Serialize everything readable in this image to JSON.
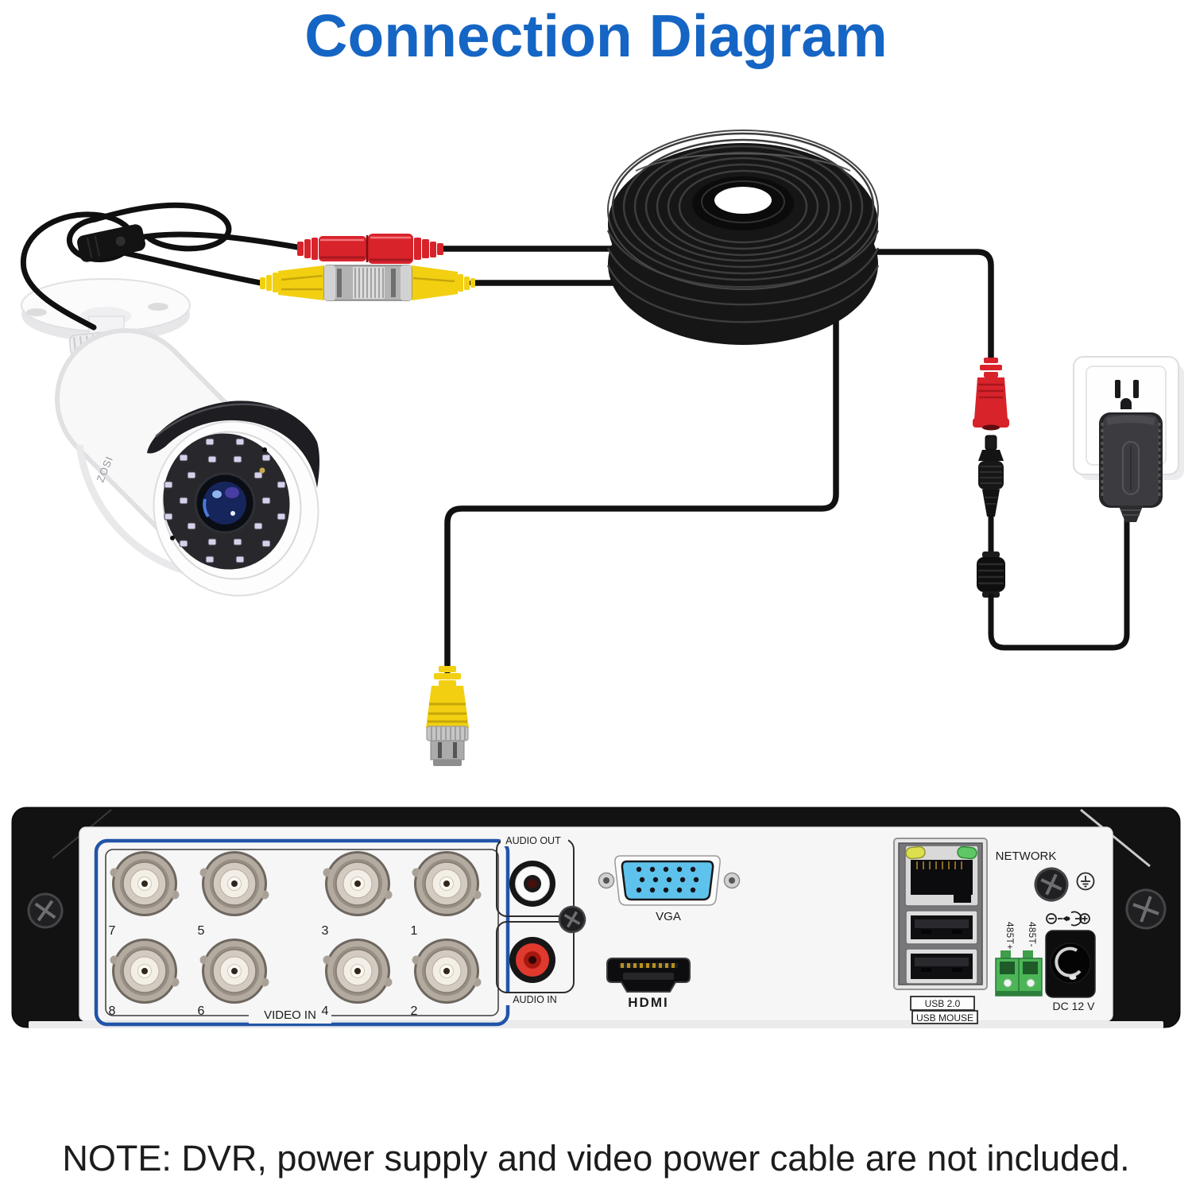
{
  "title": "Connection Diagram",
  "note": "NOTE: DVR, power supply and video power cable are not included.",
  "camera": {
    "brand": "ZOSI"
  },
  "dvr": {
    "video_in_label": "VIDEO IN",
    "port_numbers_row1": [
      "7",
      "5",
      "3",
      "1"
    ],
    "port_numbers_row2": [
      "8",
      "6",
      "4",
      "2"
    ],
    "audio_out_label": "AUDIO OUT",
    "audio_in_label": "AUDIO IN",
    "vga_label": "VGA",
    "hdmi_label": "HDMI",
    "network_label": "NETWORK",
    "rs485_left_label": "485T+",
    "rs485_right_label": "485T-",
    "dc_label": "DC 12 V",
    "usb_labels": [
      "USB 2.0",
      "USB MOUSE"
    ]
  },
  "colors": {
    "title_blue": "#1565c4",
    "video_in_box_blue": "#2254a7",
    "vga_blue": "#5ec3ec",
    "connector_red": "#d8232b",
    "connector_yellow": "#f2d011",
    "terminal_green": "#4cb656",
    "led_yellow": "#dde04e",
    "led_green": "#5fc763",
    "audio_in_red": "#e03a2e"
  }
}
